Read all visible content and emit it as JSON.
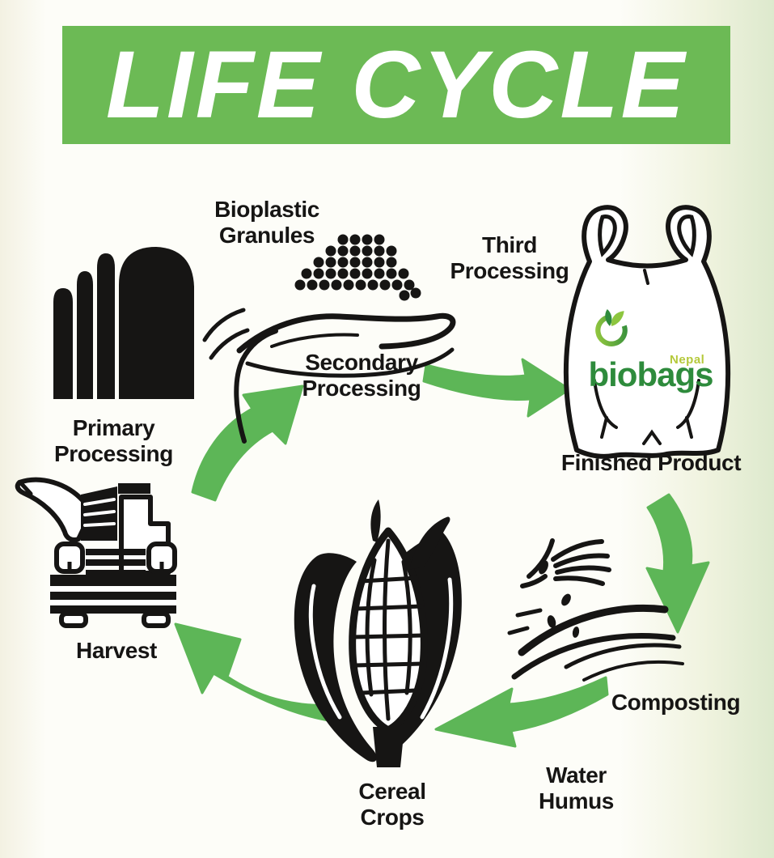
{
  "title": {
    "text": "LIFE CYCLE"
  },
  "stages": {
    "primary": {
      "label": "Primary Processing"
    },
    "bioplastic_granules": {
      "label": "Bioplastic Granules"
    },
    "secondary": {
      "label": "Secondary Processing"
    },
    "third": {
      "label": "Third Processing"
    },
    "finished_product": {
      "label": "Finished Product"
    },
    "composting": {
      "label": "Composting"
    },
    "water_humus": {
      "label": "Water Humus"
    },
    "cereal_crops": {
      "label": "Cereal Crops"
    },
    "harvest": {
      "label": "Harvest"
    }
  },
  "bag_logo": {
    "brand": "biobags",
    "region": "Nepal"
  },
  "icons": {
    "primary_processing": "factory-silos-icon",
    "bioplastic_granules": "hand-holding-granules-icon",
    "finished_product": "plastic-bag-icon",
    "composting": "hand-sowing-seeds-icon",
    "cereal_crops": "corn-cob-icon",
    "harvest": "combine-harvester-icon",
    "logo_emblem": "leaf-circle-icon",
    "arrows": "curved-flow-arrow"
  },
  "colors": {
    "banner_green": "#6cba55",
    "arrow_green": "#5db657",
    "logo_green": "#2e8b3c",
    "logo_accent_green": "#b5c93b",
    "ink": "#161514",
    "bg_left": "#f3f1e2",
    "bg_main": "#fdfdf8",
    "bg_right_edge": "#dde9cd"
  }
}
